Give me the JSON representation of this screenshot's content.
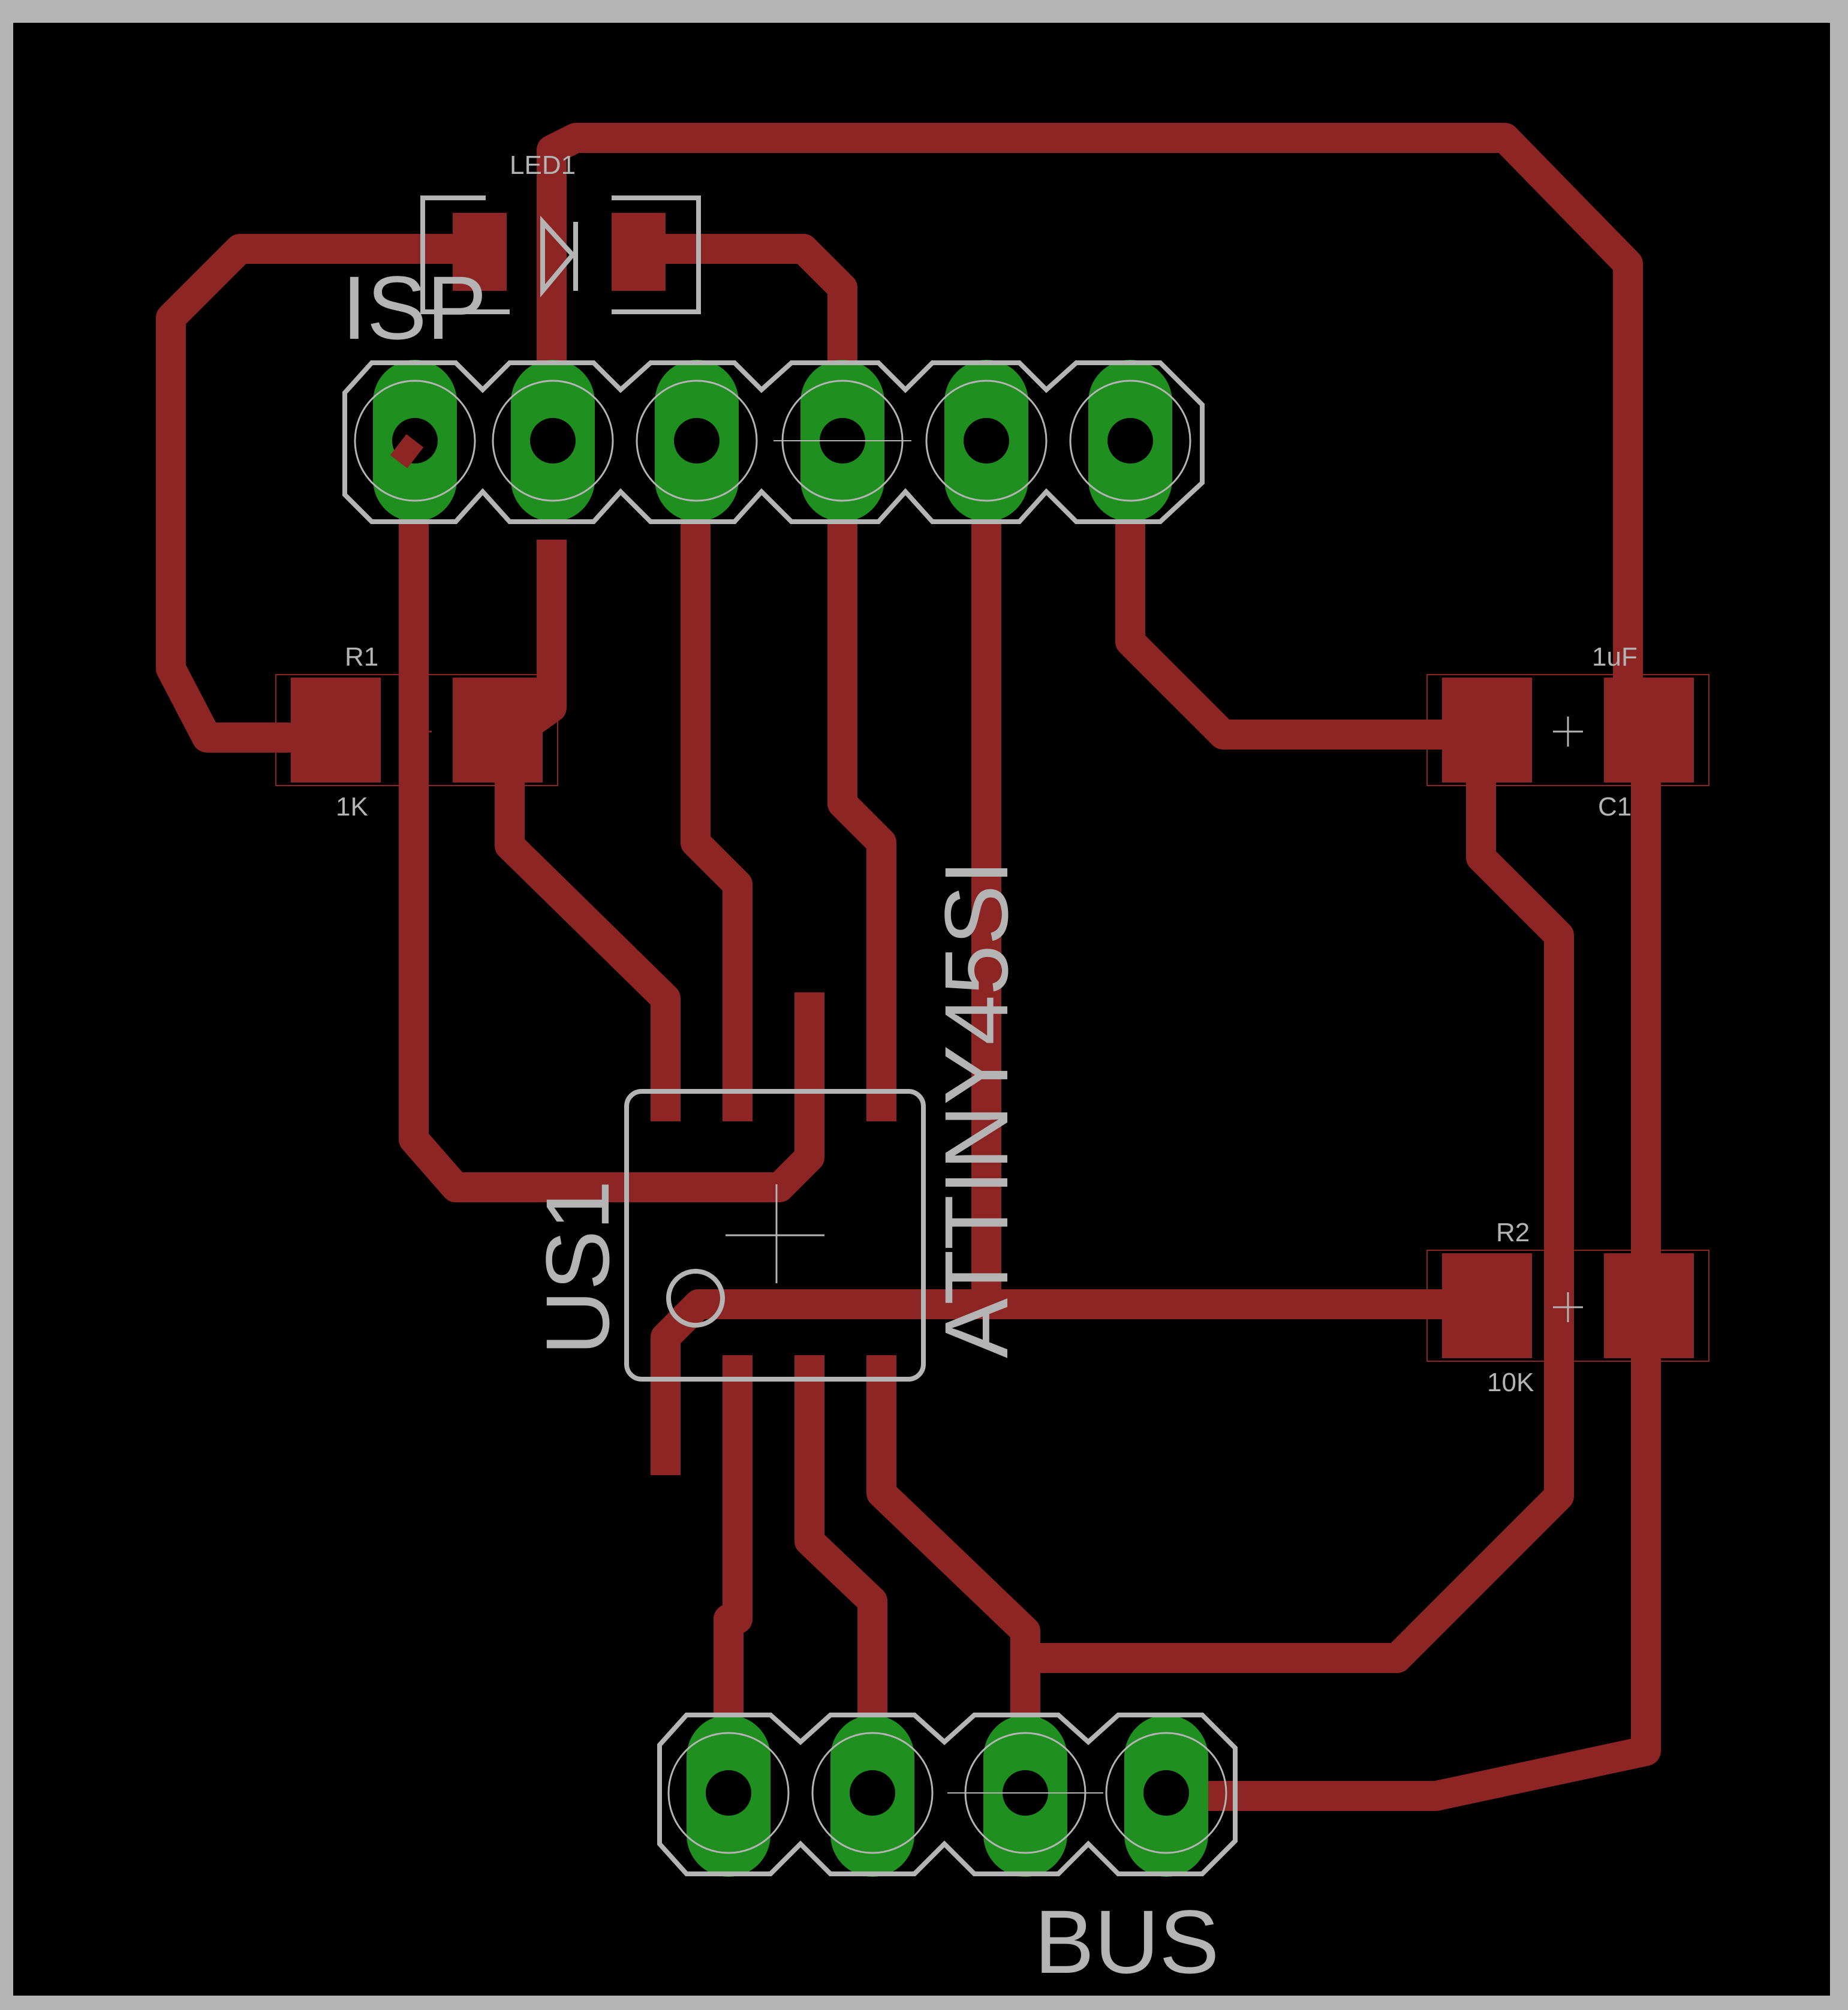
{
  "labels": {
    "led1": "LED1",
    "isp": "ISP",
    "r1": "R1",
    "r1_value": "1K",
    "c1_value": "1uF",
    "c1": "C1",
    "r2": "R2",
    "r2_value": "10K",
    "ic_name": "US1",
    "ic_part": "ATTINY45SI",
    "bus": "BUS"
  },
  "colors": {
    "board": "#000000",
    "frame": "#b4b4b4",
    "copper": "#8e2525",
    "through_hole_pad": "#1f8f1f",
    "silkscreen": "#b4b4b4"
  }
}
